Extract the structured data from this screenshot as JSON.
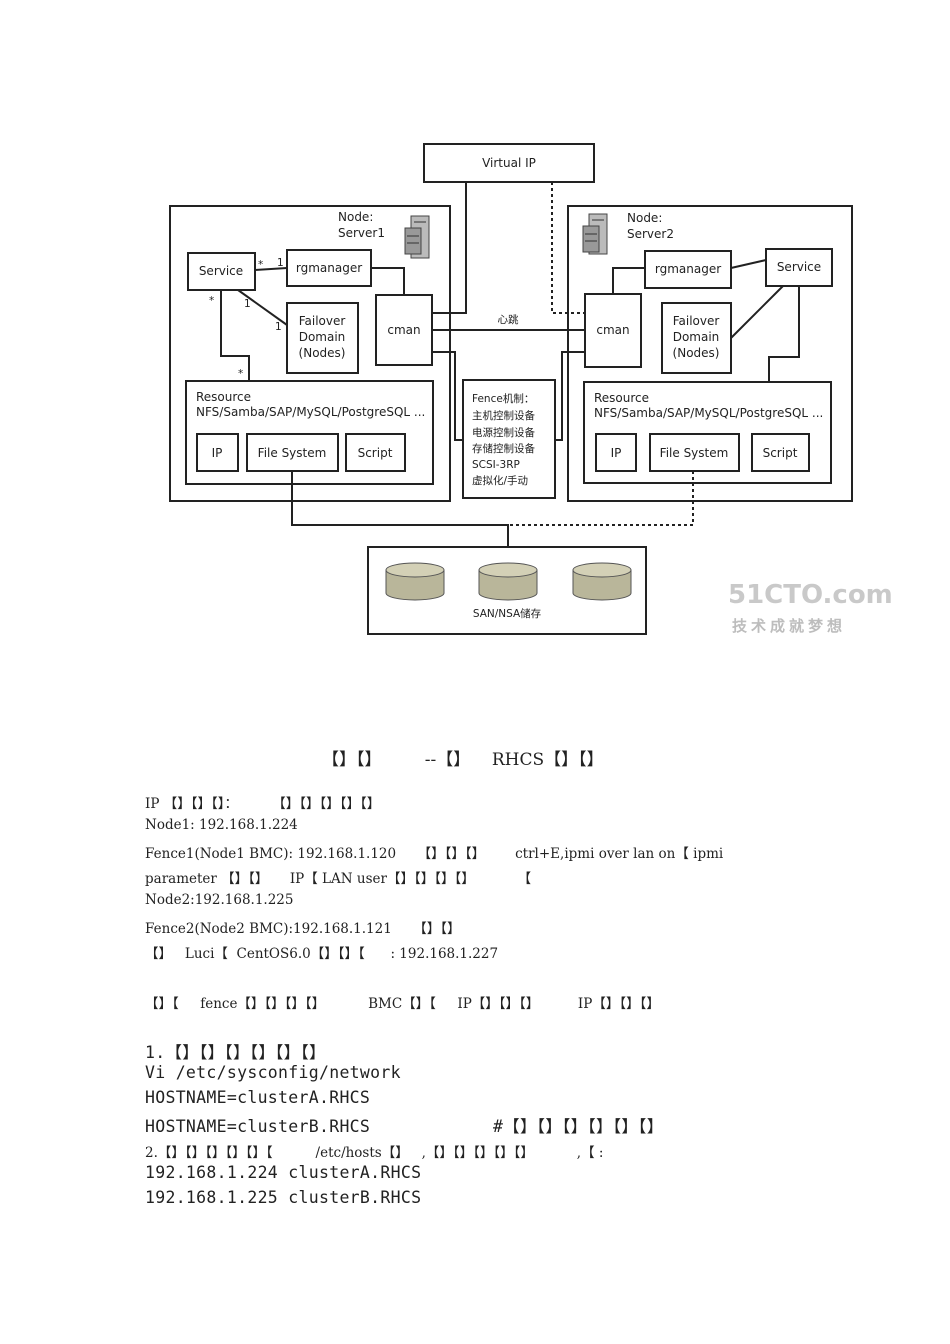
{
  "diagram": {
    "virtual_ip": "Virtual IP",
    "node1": {
      "label": "Node:",
      "name": "Server1"
    },
    "node2": {
      "label": "Node:",
      "name": "Server2"
    },
    "service": "Service",
    "rgmanager": "rgmanager",
    "cman": "cman",
    "failover": [
      "Failover",
      "Domain",
      "(Nodes)"
    ],
    "resource_title": "Resource",
    "resource_list": "NFS/Samba/SAP/MySQL/PostgreSQL ...",
    "ip": "IP",
    "file_system": "File System",
    "script": "Script",
    "heartbeat": "心跳",
    "fence_lines": [
      "Fence机制：",
      "主机控制设备",
      "电源控制设备",
      "存储控制设备",
      "SCSI-3RP",
      "虚拟化/手动"
    ],
    "storage": "SAN/NSA储存",
    "mult_star": "*",
    "mult_one": "1",
    "watermark_logo": "51CTO.com",
    "watermark_slogan": "技术成就梦想"
  },
  "doc": {
    "title": "【】【】        --【】    RHCS【】【】",
    "lines": [
      "IP 【】【】【】：        【】【】【】【】【】",
      "Node1: 192.168.1.224",
      "Fence1(Node1 BMC): 192.168.1.120     【】【】【】       ctrl+E,ipmi over lan on【 ipmi",
      "parameter 【】【】     IP【 LAN user【】【】【】【】          【",
      "Node2:192.168.1.225",
      "Fence2(Node2 BMC):192.168.1.121     【】【】",
      "【】   Luci【  CentOS6.0【】【】【      : 192.168.1.227",
      "【】【     fence【】【】【】【】          BMC【】【     IP【】【】【】         IP【】【】【】"
    ],
    "code": [
      "1.【】【】【】【】【】【】",
      "Vi /etc/sysconfig/network",
      "HOSTNAME=clusterA.RHCS",
      "HOSTNAME=clusterB.RHCS            #【】【】【】【】【】【】",
      "2.【】【】【】【】【】【          /etc/hosts【】   ,【】【】【】【】【】          ,【 :",
      "192.168.1.224 clusterA.RHCS",
      "192.168.1.225 clusterB.RHCS"
    ]
  }
}
